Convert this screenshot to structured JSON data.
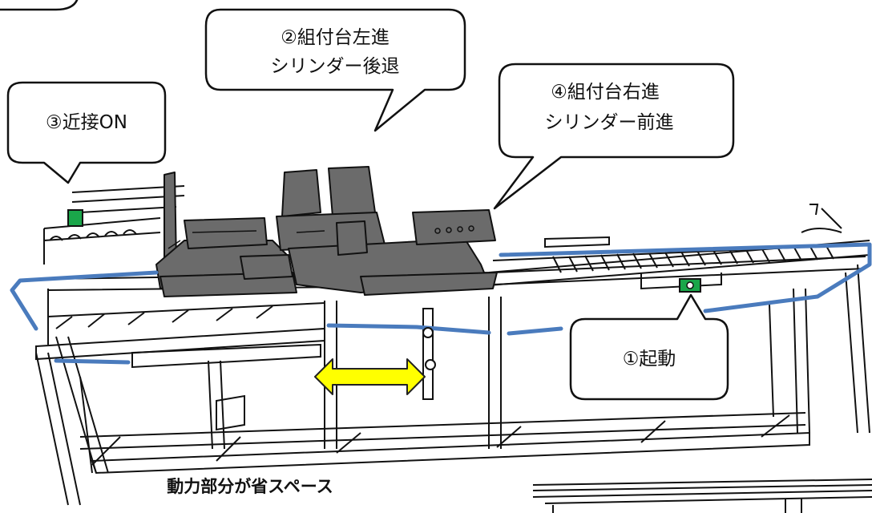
{
  "diagram": {
    "callouts": {
      "step1": "①起動",
      "step2_line1": "②組付台左進",
      "step2_line2": "シリンダー後退",
      "step3": "③近接ON",
      "step4_line1": "④組付台右進",
      "step4_line2": "シリンダー前進"
    },
    "caption": "動力部分が省スペース",
    "colors": {
      "line": "#111111",
      "machine_body": "#6b6b6b",
      "sensor": "#1aa64a",
      "motion_path": "#4a7bbd",
      "arrow_fill": "#ffff00",
      "arrow_stroke": "#222222"
    },
    "icons": [
      "proximity-sensor-icon",
      "start-sensor-icon",
      "double-arrow-icon"
    ]
  }
}
